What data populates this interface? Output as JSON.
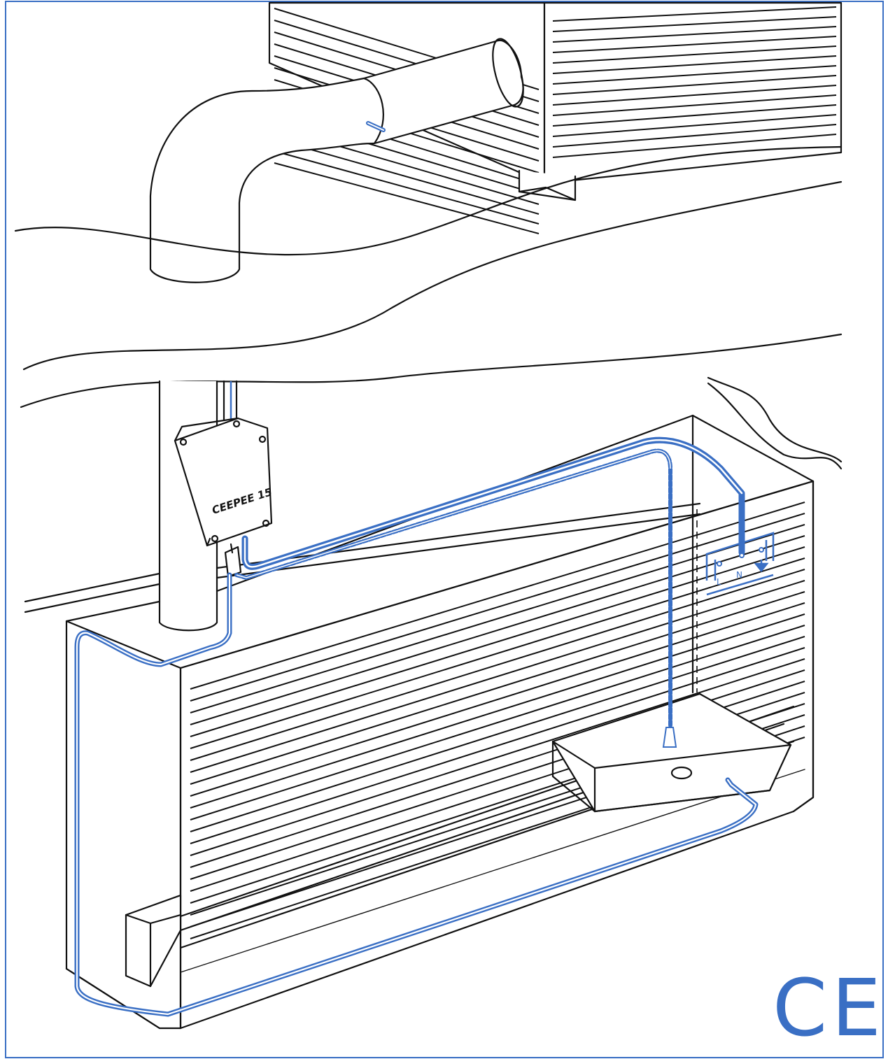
{
  "colors": {
    "accent": "#3a6fc4",
    "ink": "#111111",
    "border": "#3a6fc4",
    "background": "#ffffff"
  },
  "labels": {
    "box_brand": "CEEPEE 15",
    "terminal_L": "L",
    "terminal_N": "N",
    "ce_mark": "CE"
  },
  "icons": {
    "earth": "earth-ground-icon"
  }
}
